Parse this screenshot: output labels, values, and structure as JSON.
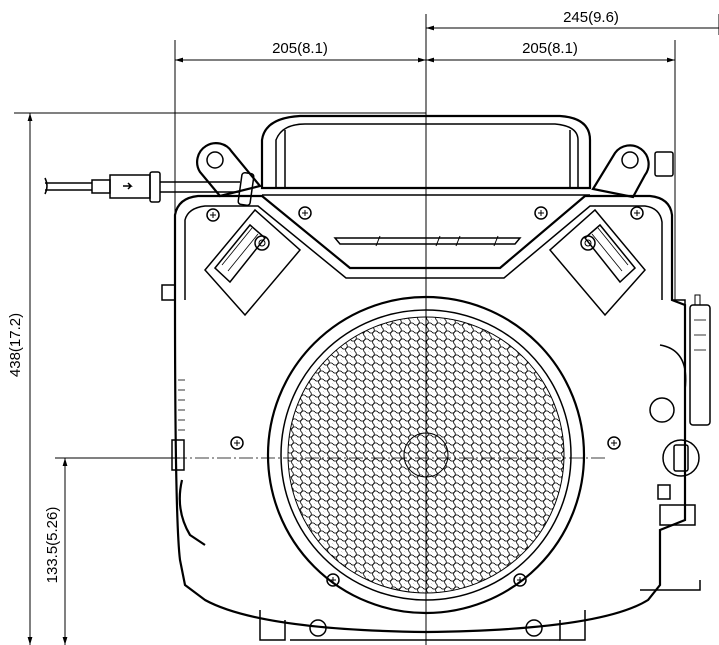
{
  "dimensions": {
    "top_total": "245(9.6)",
    "top_left": "205(8.1)",
    "top_right": "205(8.1)",
    "height_total": "438(17.2)",
    "height_center": "133.5(5.26)"
  },
  "colors": {
    "line": "#000000",
    "background": "#ffffff"
  }
}
